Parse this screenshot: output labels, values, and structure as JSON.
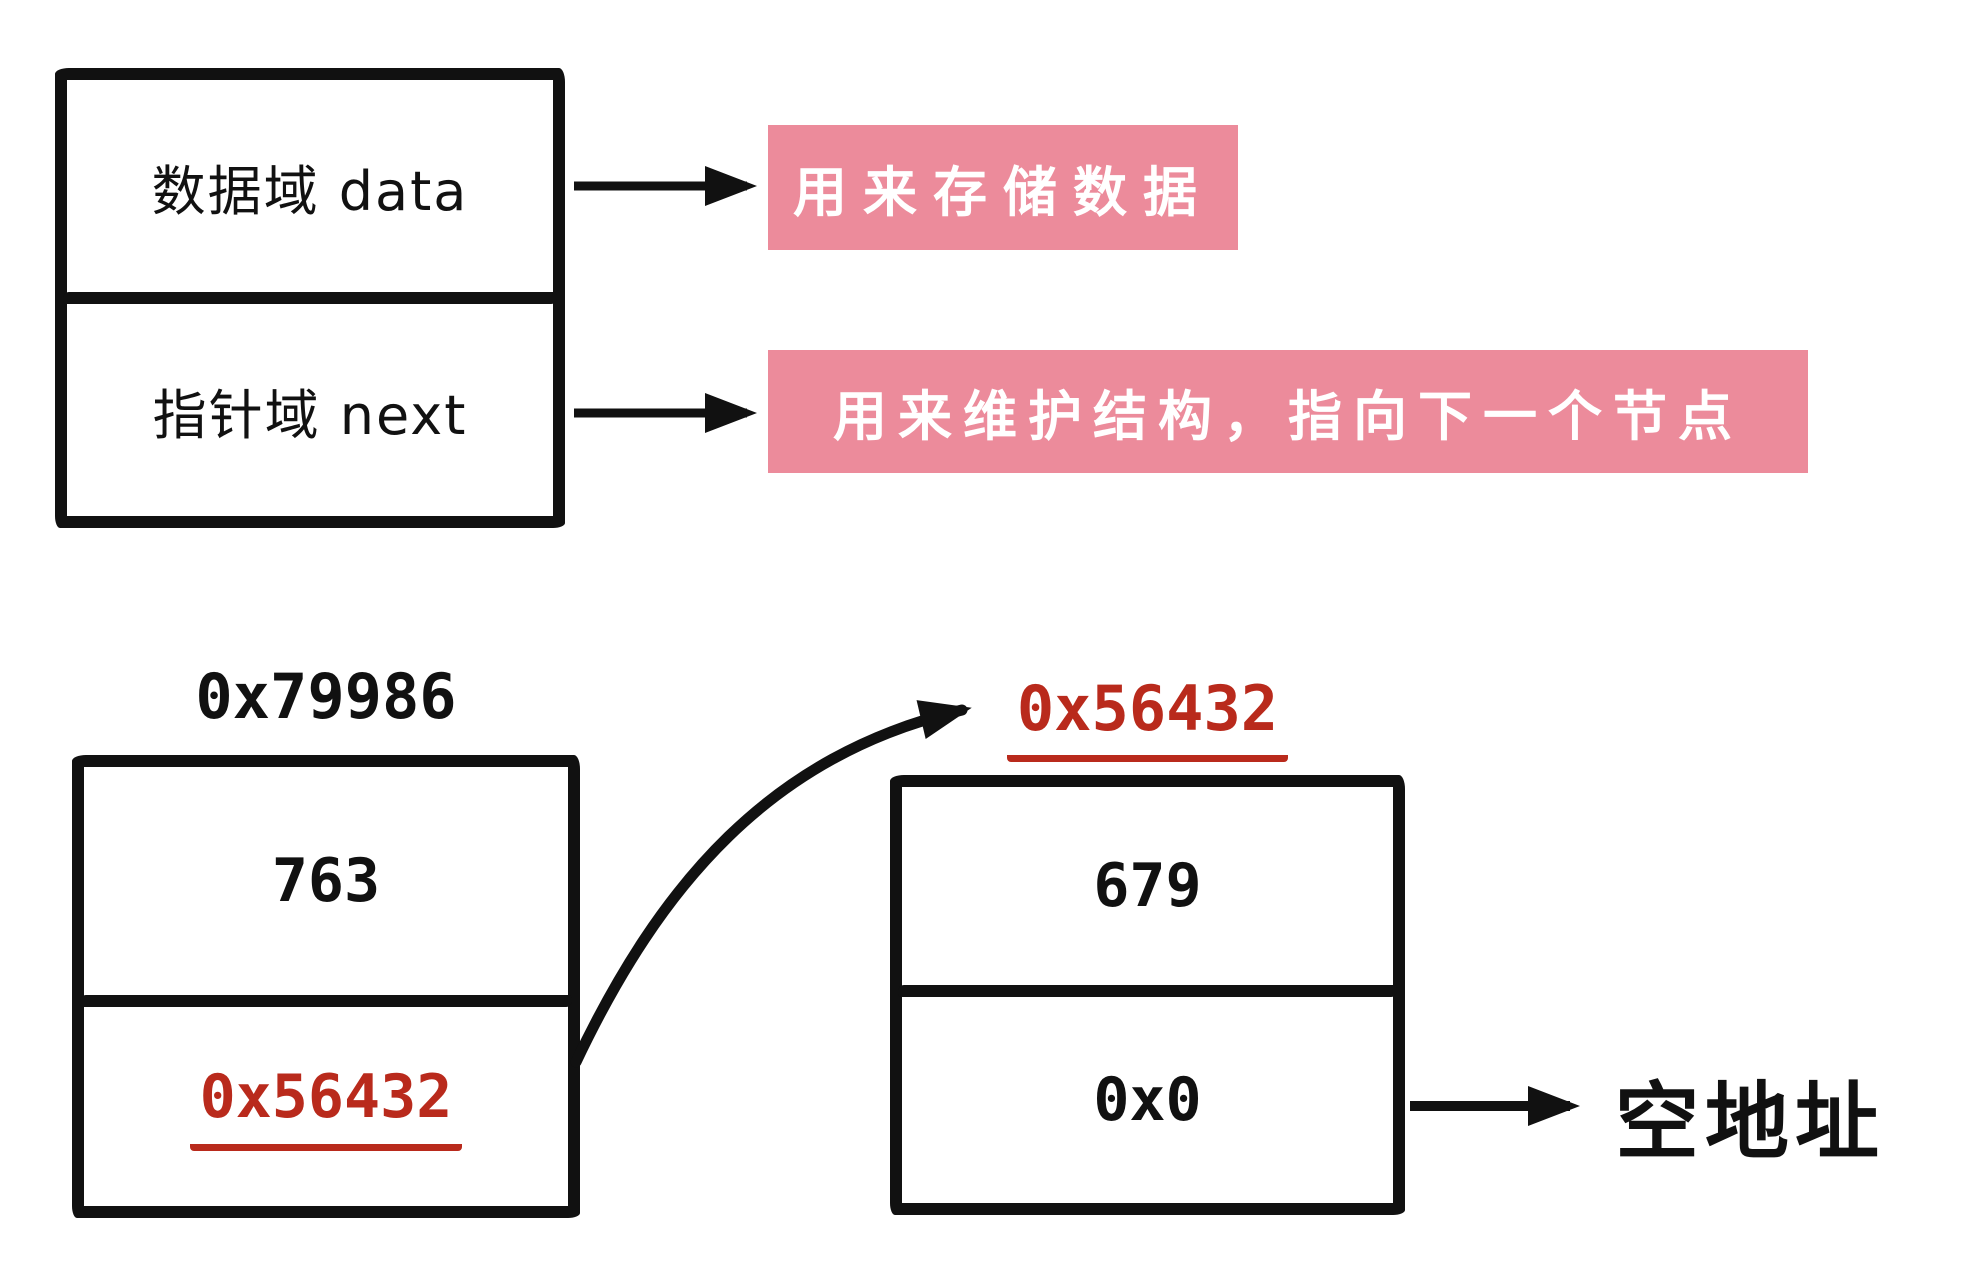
{
  "colors": {
    "ink": "#111111",
    "pink": "#ec8b9b",
    "red": "#b92a1c",
    "paper": "#ffffff"
  },
  "struct_box": {
    "data_field": "数据域 data",
    "pointer_field": "指针域 next"
  },
  "notes": {
    "data_note": "用来存储数据",
    "pointer_note": "用来维护结构，指向下一个节点"
  },
  "list": {
    "node1": {
      "address": "0x79986",
      "data_value": "763",
      "next_value": "0x56432"
    },
    "node2": {
      "address": "0x56432",
      "data_value": "679",
      "next_value": "0x0"
    },
    "null_label": "空地址"
  }
}
